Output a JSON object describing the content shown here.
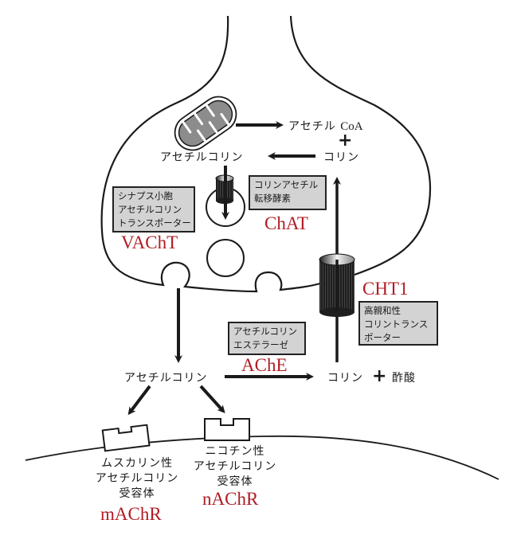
{
  "diagram": {
    "title": "Cholinergic synapse: acetylcholine synthesis, release and degradation",
    "colors": {
      "enzyme_abbrev": "#b01c24",
      "label_box_fill": "#d3d3d3",
      "ink": "#1a1a1a",
      "mitochondrion_fill": "#8c8c8c"
    },
    "presynaptic": {
      "acetyl_coa": "アセチル",
      "acetyl_coa_suffix": "CoA",
      "plus": "+",
      "choline": "コリン",
      "acetylcholine": "アセチルコリン",
      "mitochondrion_icon": "mitochondrion-icon"
    },
    "enzymes": {
      "vacht": {
        "abbrev": "VAChT",
        "lines": [
          "シナプス小胞",
          "アセチルコリン",
          "トランスポーター"
        ]
      },
      "chat": {
        "abbrev": "ChAT",
        "lines": [
          "コリンアセチル",
          "転移酵素"
        ]
      },
      "cht1": {
        "abbrev": "CHT1",
        "lines": [
          "高親和性",
          "コリントランス",
          "ポーター"
        ]
      },
      "ache": {
        "abbrev": "AChE",
        "lines": [
          "アセチルコリン",
          "エステラーゼ"
        ]
      }
    },
    "synaptic_cleft": {
      "acetylcholine": "アセチルコリン",
      "choline": "コリン",
      "plus": "+",
      "acetic_acid": "酢酸"
    },
    "receptors": {
      "muscarinic": {
        "lines": [
          "ムスカリン性",
          "アセチルコリン",
          "受容体"
        ],
        "abbrev": "mAChR"
      },
      "nicotinic": {
        "lines": [
          "ニコチン性",
          "アセチルコリン",
          "受容体"
        ],
        "abbrev": "nAChR"
      }
    }
  }
}
